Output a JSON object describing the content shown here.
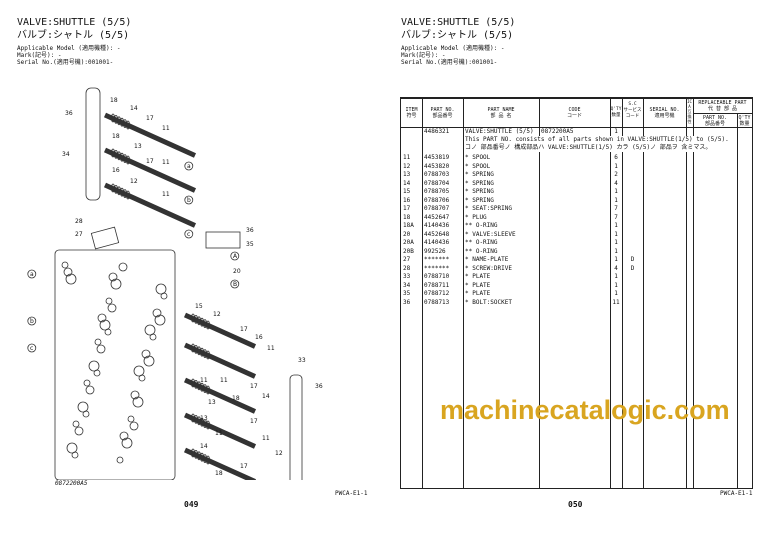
{
  "left": {
    "title": "VALVE:SHUTTLE (5/5)",
    "title_jp": "バルブ:シャトル (5/5)",
    "model": "Applicable Model (適用機種): -",
    "mark": "Mark(記号): -",
    "serial": "Serial No.(適用号機):001001-",
    "fig_code": "0872200A5",
    "page": "049",
    "doc_code": "PWCA-E1-1",
    "callouts": [
      "18",
      "14",
      "36",
      "17",
      "11",
      "34",
      "13",
      "18",
      "a",
      "17",
      "11",
      "b",
      "16",
      "12",
      "c",
      "11",
      "28",
      "27",
      "36",
      "35",
      "A",
      "20",
      "B",
      "15",
      "12",
      "17",
      "16",
      "11",
      "a",
      "b",
      "c",
      "18",
      "13",
      "17",
      "14",
      "11",
      "11",
      "17",
      "11",
      "12",
      "33",
      "36",
      "13",
      "11",
      "14",
      "17",
      "18"
    ]
  },
  "right": {
    "title": "VALVE:SHUTTLE (5/5)",
    "title_jp": "バルブ:シャトル (5/5)",
    "model": "Applicable Model (適用機種): -",
    "mark": "Mark(記号): -",
    "serial": "Serial No.(適用号機):001001-",
    "page": "050",
    "doc_code": "PWCA-E1-1",
    "headers": {
      "item": "ITEM",
      "item_jp": "符号",
      "part": "PART NO.",
      "part_jp": "部品番号",
      "name": "PART NAME",
      "name_jp": "部 品 名",
      "code": "CODE",
      "code_jp": "コード",
      "qty": "Q'TY",
      "qty_jp": "数量",
      "sc": "S.C",
      "sc_jp": "サービスコード",
      "serial": "SERIAL NO.",
      "serial_jp": "適用号機",
      "ica": "ICA",
      "ica_jp": "互換性",
      "repl": "REPLACEABLE PART",
      "repl_jp": "代 替 部 品",
      "repl_part": "PART NO.",
      "repl_part_jp": "部品番号",
      "repl_qty": "Q'TY",
      "repl_qty_jp": "数量"
    },
    "assembly": {
      "part": "4486321",
      "name": "VALVE:SHUTTLE (5/5)",
      "code": "0872200A5",
      "qty": "1"
    },
    "note1": "This PART NO. consists of all parts shown in VALVE:SHUTTLE(1/5) to (5/5).",
    "note2": "コノ 部品番号ノ 構成部品ハ VALVE:SHUTTLE(1/5) カラ (5/5)ノ 部品ヲ 含ミマス。",
    "rows": [
      {
        "item": "11",
        "part": "4453819",
        "name": "* SPOOL",
        "qty": "6",
        "sc": ""
      },
      {
        "item": "12",
        "part": "4453820",
        "name": "* SPOOL",
        "qty": "1",
        "sc": ""
      },
      {
        "item": "13",
        "part": "0788703",
        "name": "* SPRING",
        "qty": "2",
        "sc": ""
      },
      {
        "item": "14",
        "part": "0788704",
        "name": "* SPRING",
        "qty": "4",
        "sc": ""
      },
      {
        "item": "15",
        "part": "0788705",
        "name": "* SPRING",
        "qty": "1",
        "sc": ""
      },
      {
        "item": "16",
        "part": "0788706",
        "name": "* SPRING",
        "qty": "1",
        "sc": ""
      },
      {
        "item": "17",
        "part": "0788707",
        "name": "* SEAT:SPRING",
        "qty": "7",
        "sc": ""
      },
      {
        "item": "18",
        "part": "4452647",
        "name": "* PLUG",
        "qty": "7",
        "sc": ""
      },
      {
        "item": "18A",
        "part": "4140436",
        "name": "** O-RING",
        "qty": "1",
        "sc": ""
      },
      {
        "item": "20",
        "part": "4452648",
        "name": "* VALVE:SLEEVE",
        "qty": "1",
        "sc": ""
      },
      {
        "item": "20A",
        "part": "4140436",
        "name": "** O-RING",
        "qty": "1",
        "sc": ""
      },
      {
        "item": "20B",
        "part": "992526",
        "name": "** O-RING",
        "qty": "1",
        "sc": ""
      },
      {
        "item": "27",
        "part": "*******",
        "name": "* NAME-PLATE",
        "qty": "1",
        "sc": "D"
      },
      {
        "item": "28",
        "part": "*******",
        "name": "* SCREW:DRIVE",
        "qty": "4",
        "sc": "D"
      },
      {
        "item": "33",
        "part": "0788710",
        "name": "* PLATE",
        "qty": "1",
        "sc": ""
      },
      {
        "item": "34",
        "part": "0788711",
        "name": "* PLATE",
        "qty": "1",
        "sc": ""
      },
      {
        "item": "35",
        "part": "0788712",
        "name": "* PLATE",
        "qty": "1",
        "sc": ""
      },
      {
        "item": "36",
        "part": "0788713",
        "name": "* BOLT:SOCKET",
        "qty": "11",
        "sc": ""
      }
    ]
  },
  "watermark": "machinecatalogic.com"
}
